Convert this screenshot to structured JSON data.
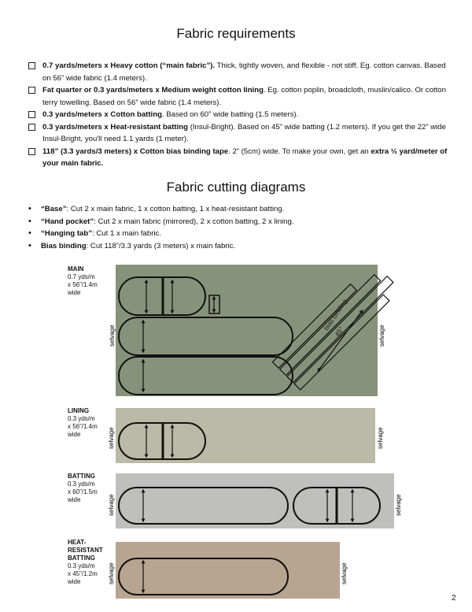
{
  "title": "Fabric requirements",
  "requirements": [
    {
      "bold": "0.7 yards/meters x Heavy cotton (“main fabric”).",
      "text": " Thick, tightly woven, and flexible - not stiff. Eg. cotton canvas. Based on 56” wide fabric (1.4 meters)."
    },
    {
      "bold": "Fat quarter or 0.3 yards/meters x Medium weight cotton lining",
      "text": ". Eg. cotton poplin, broadcloth, muslin/calico. Or cotton terry towelling. Based on 56” wide fabric (1.4 meters)."
    },
    {
      "bold": "0.3 yards/meters x Cotton batting",
      "text": ". Based on 60” wide batting (1.5 meters)."
    },
    {
      "bold": "0.3 yards/meters x Heat-resistant batting",
      "text": " (Insul-Bright). Based on 45” wide batting (1.2 meters). If you get the 22” wide Insul-Bright, you'll need 1.1 yards (1 meter)."
    },
    {
      "bold": "118” (3.3 yards/3 meters) x Cotton bias binding tape",
      "text": ". 2” (5cm) wide. To make your own, get an ",
      "bold2": "extra ½ yard/meter of your main fabric."
    }
  ],
  "cutting_title": "Fabric cutting diagrams",
  "cutting": [
    {
      "bold": "“Base”",
      "text": ": Cut 2 x main fabric, 1 x cotton batting, 1 x heat-resistant batting."
    },
    {
      "bold": "“Hand pocket”",
      "text": ": Cut 2 x main fabric (mirrored), 2 x cotton batting, 2 x lining."
    },
    {
      "bold": "“Hanging tab”",
      "text": ": Cut 1 x main fabric."
    },
    {
      "bold": "Bias binding",
      "text": ": Cut 118”/3.3 yards (3 meters) x main fabric."
    }
  ],
  "diagrams": {
    "main": {
      "title": "MAIN",
      "l1": "0.7 yds/m",
      "l2": "x 56”/1.4m",
      "l3": "wide",
      "color": "#87927a"
    },
    "lining": {
      "title": "LINING",
      "l1": "0.3 yds/m",
      "l2": "x 56”/1.4m",
      "l3": "wide",
      "color": "#bbbaa6"
    },
    "batting": {
      "title": "BATTING",
      "l1": "0.3 yds/m",
      "l2": "x 60”/1.5m",
      "l3": "wide",
      "color": "#bfc0bd"
    },
    "heat": {
      "t1": "HEAT-",
      "t2": "RESISTANT",
      "t3": "BATTING",
      "l1": "0.3 yds/m",
      "l2": "x 45”/1.2m",
      "l3": "wide",
      "color": "#b8a591"
    },
    "selvage": "selvage",
    "bias_label": "bias binding",
    "bias_angle": "45°"
  },
  "page_number": "2"
}
